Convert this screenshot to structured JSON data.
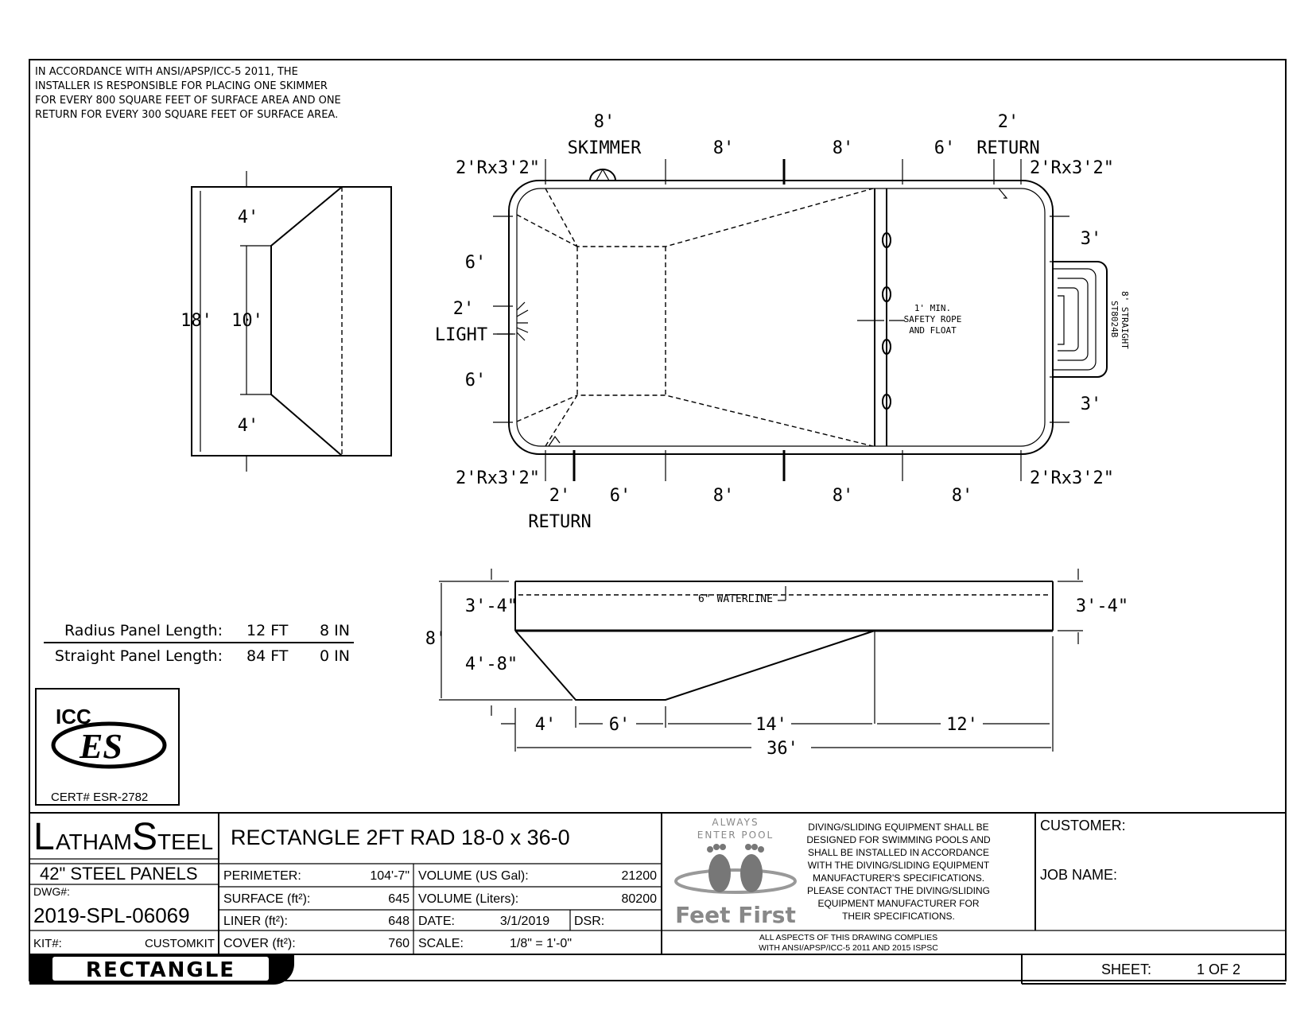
{
  "compliance_note": [
    "IN ACCORDANCE WITH ANSI/APSP/ICC-5 2011, THE",
    "INSTALLER IS RESPONSIBLE FOR PLACING ONE SKIMMER",
    "FOR EVERY 800 SQUARE FEET OF SURFACE AREA AND ONE",
    "RETURN FOR EVERY 300 SQUARE FEET OF SURFACE AREA."
  ],
  "section_view": {
    "width": "18'",
    "depth_mid": "10'",
    "slope_top": "4'",
    "slope_bottom": "4'"
  },
  "plan_view": {
    "top_dims": [
      "8'",
      "8'",
      "8'",
      "6'",
      "2'"
    ],
    "skimmer_label": "SKIMMER",
    "return_label": "RETURN",
    "corner_label": "2'Rx3'2\"",
    "left_dims": [
      "6'",
      "2'",
      "6'"
    ],
    "light_label": "LIGHT",
    "right_dims": [
      "3'",
      "3'"
    ],
    "bottom_dims": [
      "2'",
      "6'",
      "8'",
      "8'",
      "8'"
    ],
    "safety_rope": [
      "1' MIN.",
      "SAFETY ROPE",
      "AND FLOAT"
    ],
    "step_label": [
      "8' STRAIGHT",
      "ST8024B"
    ]
  },
  "profile_view": {
    "waterline_label": "6\" WATERLINE",
    "shallow_depth": "3'-4\"",
    "deep_depth": "3'-4\"",
    "total_depth": "8'",
    "deep_extra": "4'-8\"",
    "lengths": [
      "4'",
      "6'",
      "14'",
      "12'"
    ],
    "total_length": "36'"
  },
  "panels": {
    "radius_label": "Radius Panel Length:",
    "radius_ft": "12 FT",
    "radius_in": "8 IN",
    "straight_label": "Straight Panel Length:",
    "straight_ft": "84 FT",
    "straight_in": "0 IN"
  },
  "cert": {
    "logo_top": "ICC",
    "logo_main": "ES",
    "number": "CERT# ESR-2782"
  },
  "title_block": {
    "brand": "LATHAM STEEL",
    "brand_L": "L",
    "brand_atham": "ATHAM",
    "brand_S": "S",
    "brand_teel": "TEEL",
    "panels_label": "42\"  STEEL PANELS",
    "dwg_label": "DWG#:",
    "dwg_number": "2019-SPL-06069",
    "kit_label": "KIT#:",
    "kit_value": "CUSTOMKIT",
    "shape_badge": "RECTANGLE",
    "title": "RECTANGLE 2FT RAD 18-0 x 36-0",
    "perimeter_label": "PERIMETER:",
    "perimeter_value": "104'-7\"",
    "surface_label": "SURFACE (ft²):",
    "surface_value": "645",
    "liner_label": "LINER (ft²):",
    "liner_value": "648",
    "cover_label": "COVER (ft²):",
    "cover_value": "760",
    "vol_us_label": "VOLUME (US Gal):",
    "vol_us_value": "21200",
    "vol_l_label": "VOLUME (Liters):",
    "vol_l_value": "80200",
    "date_label": "DATE:",
    "date_value": "3/1/2019",
    "dsr_label": "DSR:",
    "scale_label": "SCALE:",
    "scale_value": "1/8\" = 1'-0\"",
    "feet_first_top": "ALWAYS",
    "feet_first_mid": "ENTER POOL",
    "feet_first_main": "Feet First",
    "diving_note": [
      "DIVING/SLIDING EQUIPMENT SHALL BE",
      "DESIGNED FOR SWIMMING POOLS AND",
      "SHALL BE INSTALLED IN ACCORDANCE",
      "WITH THE DIVING/SLIDING EQUIPMENT",
      "MANUFACTURER'S SPECIFICATIONS.",
      "PLEASE CONTACT THE DIVING/SLIDING",
      "EQUIPMENT MANUFACTURER FOR",
      "THEIR SPECIFICATIONS."
    ],
    "compliance_footer": [
      "ALL ASPECTS OF THIS DRAWING COMPLIES",
      "WITH ANSI/APSP/ICC-5 2011 AND 2015 ISPSC"
    ],
    "customer_label": "CUSTOMER:",
    "job_label": "JOB NAME:",
    "sheet_label": "SHEET:",
    "sheet_value": "1 OF 2"
  }
}
